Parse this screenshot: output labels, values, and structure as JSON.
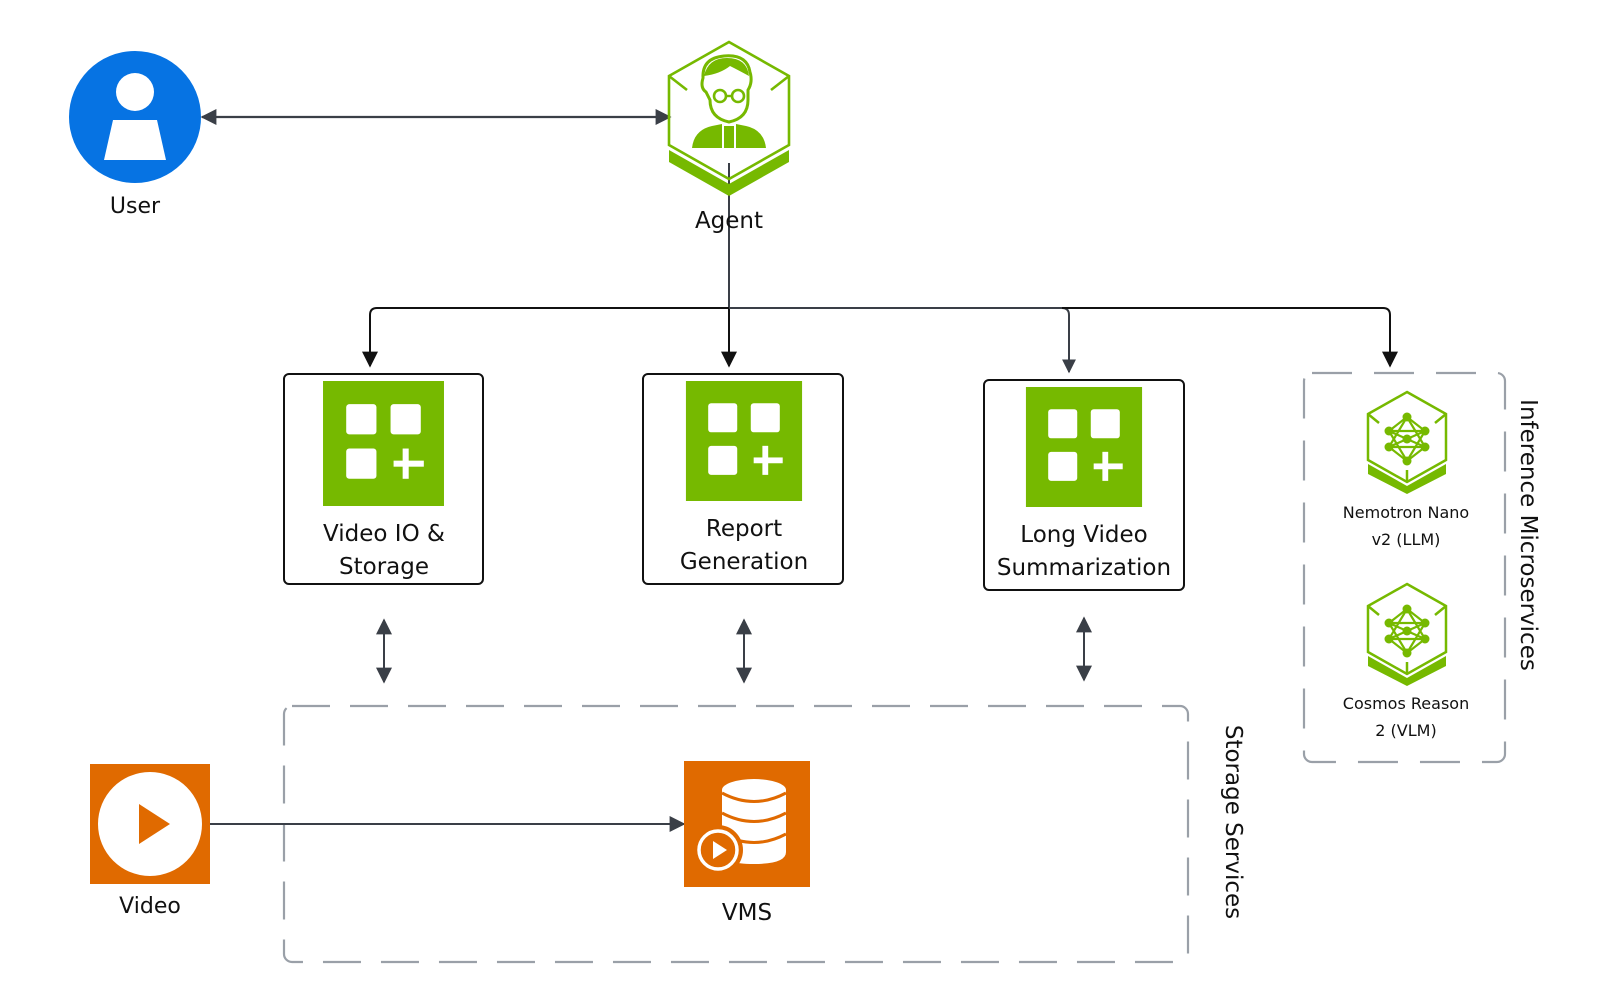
{
  "title": "Video analytics agent architecture",
  "colors": {
    "user_blue": "#0673E3",
    "nvidia_green": "#76B900",
    "orange": "#E06A00",
    "arrow_dark": "#3A3F47",
    "dashed_gray": "#9AA0A8",
    "box_border": "#111111"
  },
  "nodes": {
    "user": {
      "label": "User",
      "icon": "user-icon"
    },
    "agent": {
      "label": "Agent",
      "icon": "agent-person-hexagon-icon"
    },
    "tools": [
      {
        "line1": "Video IO &",
        "line2": "Storage",
        "icon": "app-grid-plus-icon"
      },
      {
        "line1": "Report",
        "line2": "Generation",
        "icon": "app-grid-plus-icon"
      },
      {
        "line1": "Long Video",
        "line2": "Summarization",
        "icon": "app-grid-plus-icon"
      }
    ],
    "inference": {
      "group_label": "Inference Microservices",
      "models": [
        {
          "line1": "Nemotron Nano",
          "line2": "v2 (LLM)",
          "icon": "neural-network-hexagon-icon"
        },
        {
          "line1": "Cosmos Reason",
          "line2": "2 (VLM)",
          "icon": "neural-network-hexagon-icon"
        }
      ]
    },
    "storage": {
      "group_label": "Storage Services",
      "vms": {
        "label": "VMS",
        "icon": "database-play-icon"
      }
    },
    "video": {
      "label": "Video",
      "icon": "play-circle-icon"
    }
  },
  "edges": [
    {
      "from": "user",
      "to": "agent",
      "type": "bidirectional"
    },
    {
      "from": "agent",
      "to": "Video IO & Storage",
      "type": "directed"
    },
    {
      "from": "agent",
      "to": "Report Generation",
      "type": "directed"
    },
    {
      "from": "agent",
      "to": "Long Video Summarization",
      "type": "directed"
    },
    {
      "from": "agent",
      "to": "Inference Microservices",
      "type": "directed"
    },
    {
      "from": "Video IO & Storage",
      "to": "Storage Services",
      "type": "bidirectional"
    },
    {
      "from": "Report Generation",
      "to": "Storage Services",
      "type": "bidirectional"
    },
    {
      "from": "Long Video Summarization",
      "to": "Storage Services",
      "type": "bidirectional"
    },
    {
      "from": "video",
      "to": "VMS",
      "type": "directed"
    }
  ]
}
